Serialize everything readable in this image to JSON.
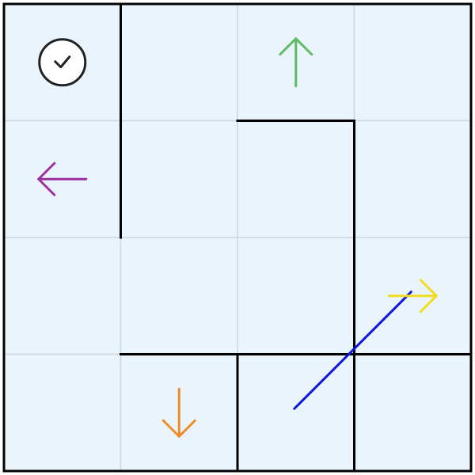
{
  "puzzle": {
    "rows": 4,
    "cols": 4,
    "cell_color": "#e9f4fd",
    "grid_line_color": "#cdd8e2",
    "wall_color": "#000000",
    "walls": [
      {
        "r1": 0,
        "c1": 0,
        "r2": 4,
        "c2": 0
      },
      {
        "r1": 0,
        "c1": 4,
        "r2": 4,
        "c2": 4
      },
      {
        "r1": 0,
        "c1": 0,
        "r2": 0,
        "c2": 4
      },
      {
        "r1": 4,
        "c1": 0,
        "r2": 4,
        "c2": 4
      },
      {
        "r1": 0,
        "c1": 1,
        "r2": 2,
        "c2": 1
      },
      {
        "r1": 1,
        "c1": 2,
        "r2": 1,
        "c2": 3
      },
      {
        "r1": 1,
        "c1": 3,
        "r2": 4,
        "c2": 3
      },
      {
        "r1": 3,
        "c1": 1,
        "r2": 3,
        "c2": 4
      },
      {
        "r1": 3,
        "c1": 2,
        "r2": 4,
        "c2": 2
      }
    ],
    "pieces": [
      {
        "name": "check-circle-icon",
        "type": "check",
        "row": 0,
        "col": 0,
        "color": "#222222"
      },
      {
        "name": "arrow-up-icon",
        "type": "arrow",
        "direction": "up",
        "row": 0,
        "col": 2,
        "color": "#5dbb63"
      },
      {
        "name": "arrow-left-icon",
        "type": "arrow",
        "direction": "left",
        "row": 1,
        "col": 0,
        "color": "#9b2fa0"
      },
      {
        "name": "arrow-right-icon",
        "type": "arrow",
        "direction": "right",
        "row": 2,
        "col": 3,
        "color": "#f2dc1d"
      },
      {
        "name": "arrow-down-icon",
        "type": "arrow",
        "direction": "down",
        "row": 3,
        "col": 1,
        "color": "#f08a24"
      }
    ],
    "diagonal": {
      "from_row": 3,
      "from_col": 2,
      "to_row": 2,
      "to_col": 3,
      "color": "#0b16e0"
    }
  }
}
